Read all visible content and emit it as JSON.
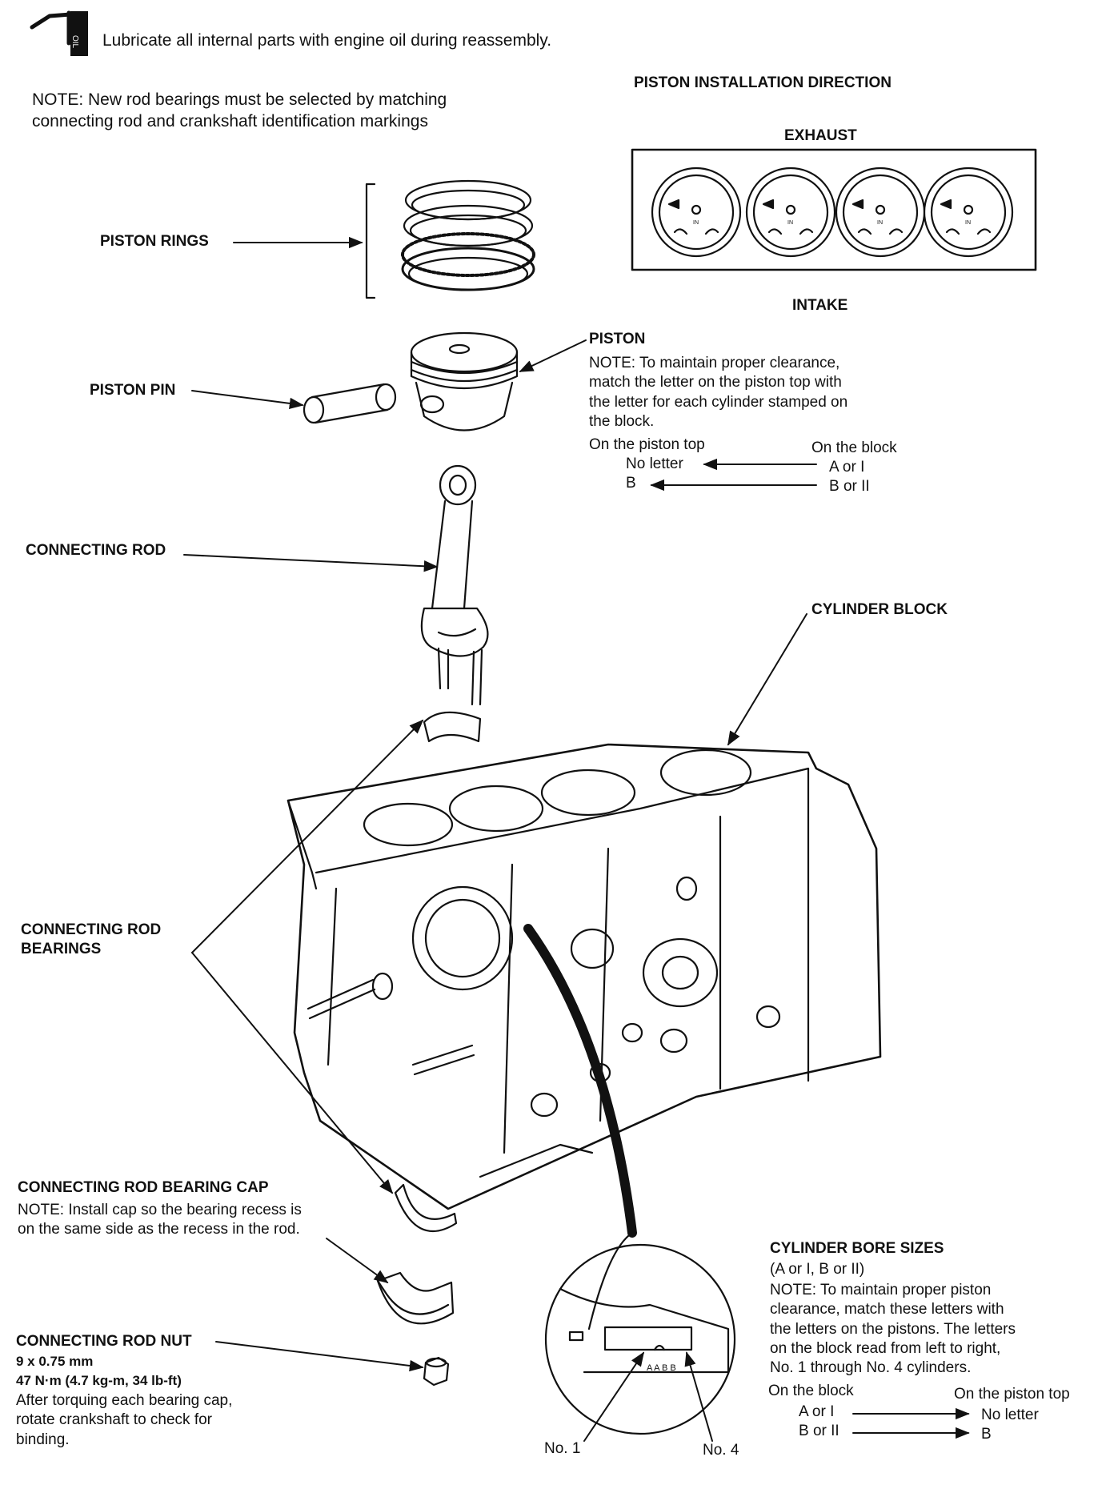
{
  "header": {
    "lubricate": "Lubricate all internal parts with engine oil during reassembly.",
    "oil_icon_label": "OIL",
    "note": "NOTE:  New rod bearings must be selected by matching\nconnecting rod and crankshaft identification markings"
  },
  "direction_panel": {
    "title": "PISTON INSTALLATION DIRECTION",
    "top_label": "EXHAUST",
    "bottom_label": "INTAKE",
    "piston_mark": "IN"
  },
  "callouts": {
    "piston_rings": "PISTON RINGS",
    "piston_pin": "PISTON PIN",
    "piston_title": "PISTON",
    "piston_note": "NOTE:  To maintain proper clearance,\nmatch the letter on the piston top with\nthe letter for each cylinder stamped on\nthe block.",
    "piston_col_left": "On the piston top",
    "piston_col_right": "On the block",
    "piston_row1_left": "No letter",
    "piston_row1_right": "A or I",
    "piston_row2_left": "B",
    "piston_row2_right": "B or II",
    "connecting_rod": "CONNECTING ROD",
    "cylinder_block": "CYLINDER BLOCK",
    "rod_bearings": "CONNECTING ROD\nBEARINGS",
    "bearing_cap_title": "CONNECTING ROD BEARING CAP",
    "bearing_cap_note": "NOTE:  Install cap so the bearing recess is\non the same side as the recess in the rod.",
    "rod_nut_title": "CONNECTING ROD NUT",
    "rod_nut_size": "9 x 0.75 mm",
    "rod_nut_torque": "47 N·m (4.7 kg-m, 34 lb-ft)",
    "rod_nut_note": "After torquing each bearing cap,\nrotate crankshaft to check for\nbinding.",
    "bore_title": "CYLINDER BORE SIZES",
    "bore_sub": "(A or I, B or II)",
    "bore_note": "NOTE:  To maintain proper piston\nclearance, match these letters with\nthe letters on the pistons. The letters\non the block read from left to right,\nNo. 1 through No. 4 cylinders.",
    "bore_col_left": "On the block",
    "bore_col_right": "On the piston top",
    "bore_row1_left": "A or I",
    "bore_row1_right": "No letter",
    "bore_row2_left": "B or II",
    "bore_row2_right": "B",
    "stamp_letters": "A A B B",
    "no1": "No. 1",
    "no4": "No. 4"
  }
}
